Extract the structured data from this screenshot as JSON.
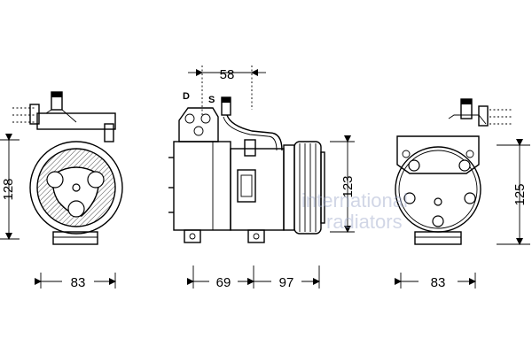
{
  "diagram": {
    "left_view": {
      "height_dim": "128",
      "width_dim": "83"
    },
    "side_view": {
      "top_dim": "58",
      "discharge_label": "D",
      "suction_label": "S",
      "height_dim": "123",
      "body_dim": "69",
      "clutch_dim": "97"
    },
    "right_view": {
      "height_dim": "125",
      "width_dim": "83"
    },
    "watermark": {
      "line1": "international",
      "line2": "radiators"
    }
  }
}
